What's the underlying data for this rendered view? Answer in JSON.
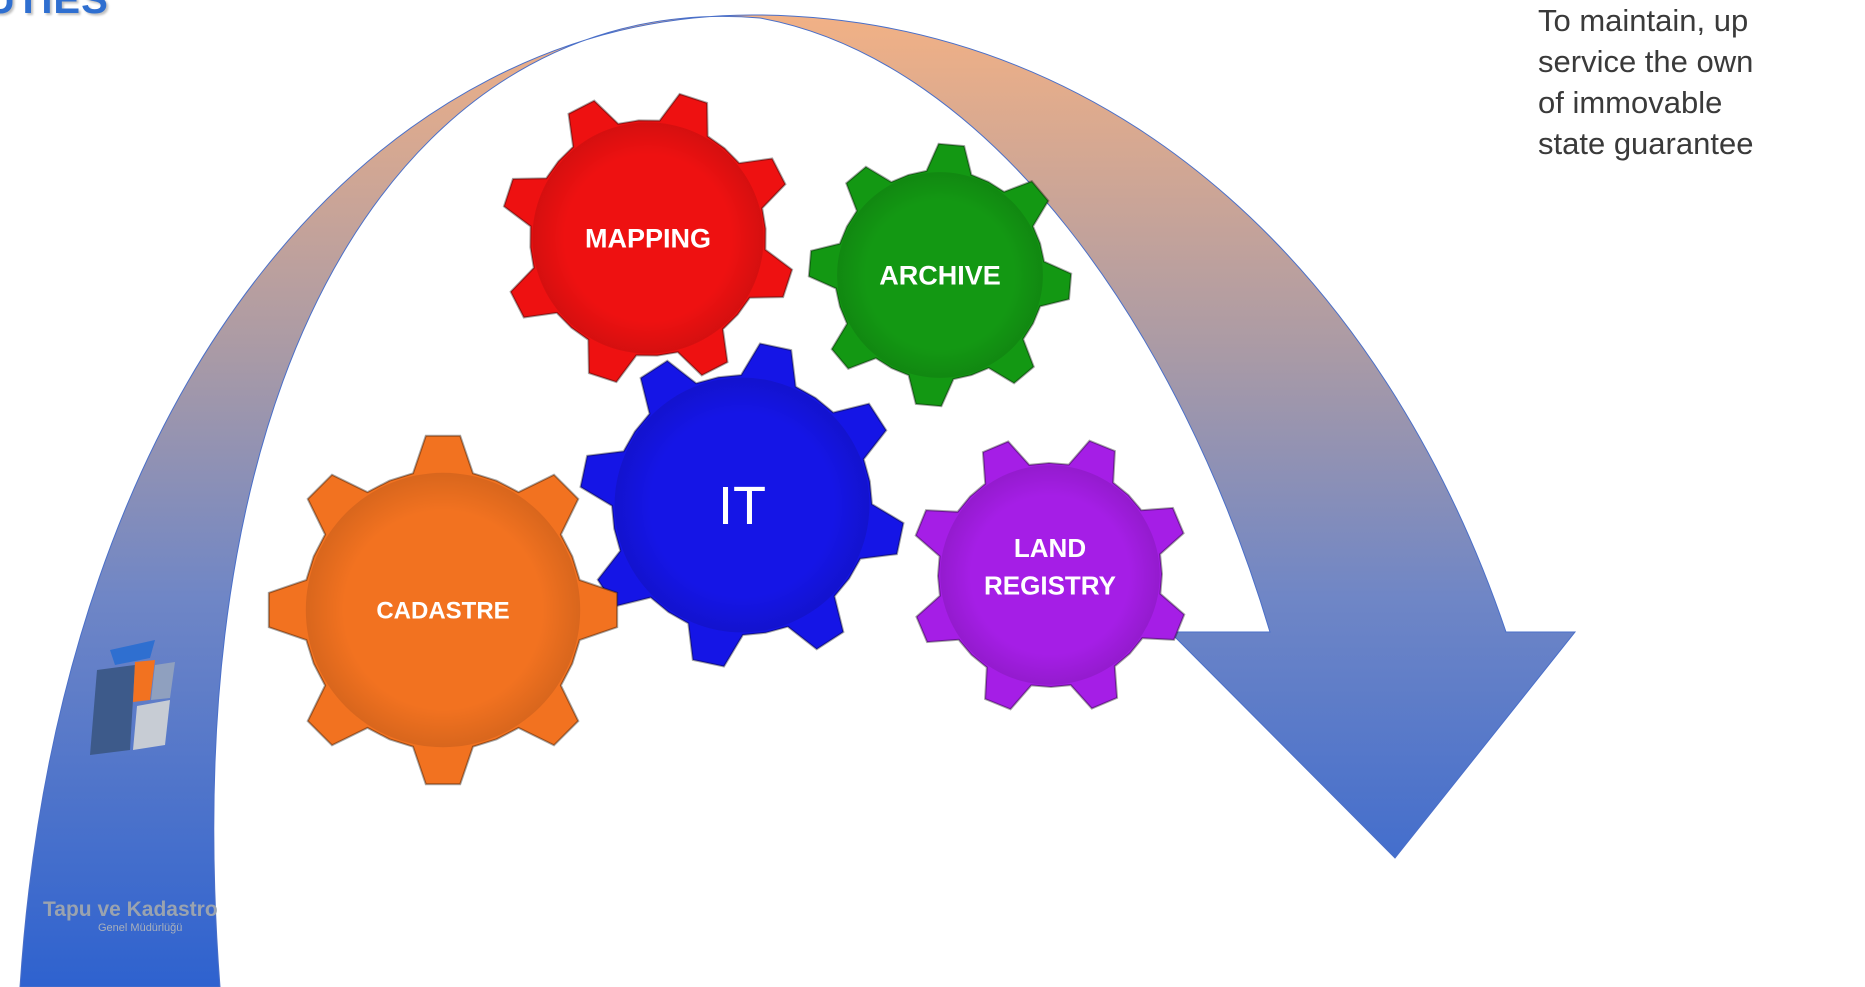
{
  "header": {
    "title": "UTIES"
  },
  "description": {
    "lines": [
      "To  maintain,  up",
      "service  the  own",
      "of    immovable",
      "state guarantee"
    ]
  },
  "gears": [
    {
      "label": "MAPPING",
      "color": "#ee1111"
    },
    {
      "label": "ARCHIVE",
      "color": "#139813"
    },
    {
      "label": "IT",
      "color": "#1515e6"
    },
    {
      "label": "CADASTRE",
      "color": "#f27220"
    },
    {
      "label": "LAND",
      "label2": "REGISTRY",
      "color": "#a51ee6"
    }
  ],
  "logo": {
    "name": "Tapu ve Kadastro",
    "subtitle": "Genel Müdürlüğü"
  }
}
